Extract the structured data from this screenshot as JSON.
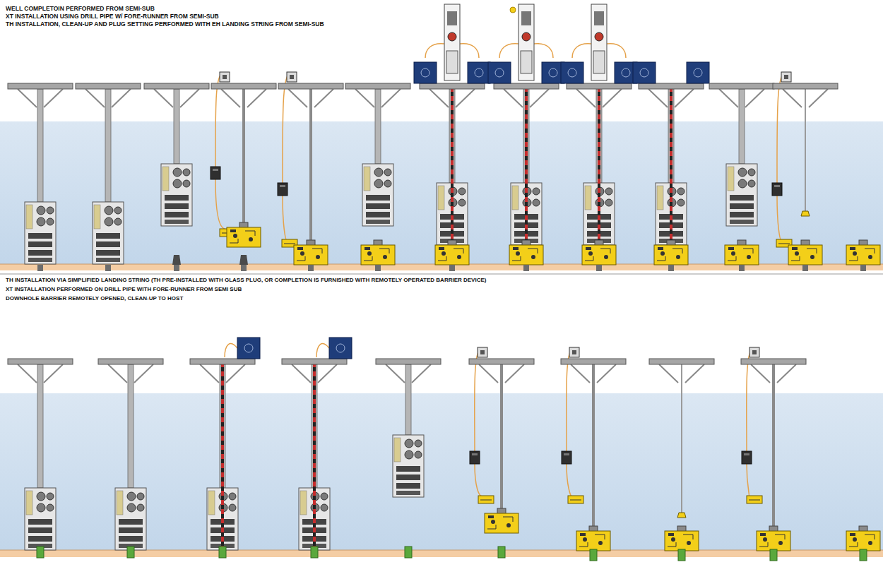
{
  "diagram": {
    "labels": [
      "WELL COMPLETOIN PERFORMED FROM SEMI-SUB",
      "XT INSTALLATION USING DRILL PIPE W/ FORE-RUNNER FROM SEMI-SUB",
      "TH INSTALLATION, CLEAN-UP AND PLUG SETTING PERFORMED WITH EH LANDING STRING FROM SEMI-SUB",
      "TH INSTALLATION VIA SIMPLIFIED LANDING STRING (TH PRE-INSTALLED WITH GLASS PLUG, OR COMPLETION IS FURNISHED WITH REMOTELY OPERATED BARRIER DEVICE)",
      "XT INSTALLATION PERFORMED ON DRILL PIPE WITH FORE-RUNNER FROM SEMI SUB",
      "DOWNHOLE BARRIER REMOTELY OPENED, CLEAN-UP TO HOST"
    ]
  }
}
